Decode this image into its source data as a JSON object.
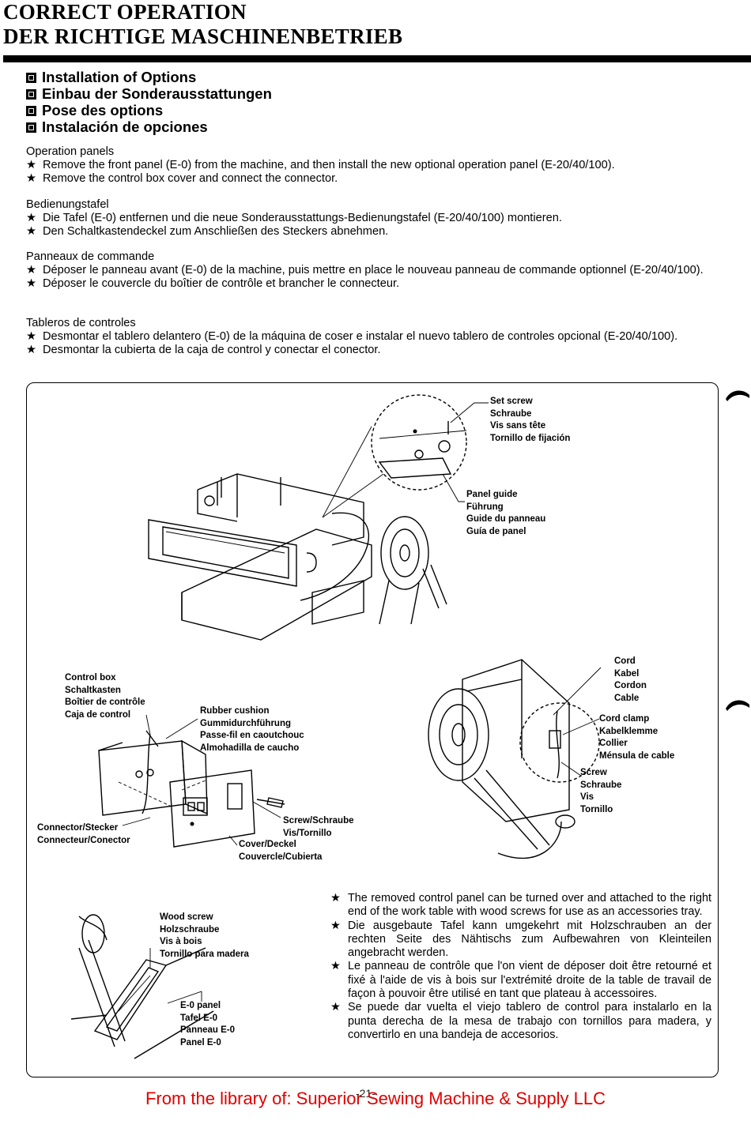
{
  "header": {
    "title_en": "CORRECT OPERATION",
    "title_de": "DER RICHTIGE MASCHINENBETRIEB"
  },
  "subheadings": [
    "Installation of Options",
    "Einbau der Sonderausstattungen",
    "Pose des options",
    "Instalación de opciones"
  ],
  "sections": [
    {
      "heading": "Operation panels",
      "items": [
        "Remove the front panel (E-0) from the machine, and then install the new optional operation panel (E-20/40/100).",
        "Remove the control box cover and connect the connector."
      ]
    },
    {
      "heading": "Bedienungstafel",
      "items": [
        "Die Tafel (E-0) entfernen und die neue Sonderausstattungs-Bedienungstafel (E-20/40/100) montieren.",
        "Den Schaltkastendeckel zum Anschließen des Steckers abnehmen."
      ]
    },
    {
      "heading": "Panneaux de commande",
      "items": [
        "Déposer le panneau avant (E-0) de la machine, puis mettre en place le nouveau panneau de commande optionnel (E-20/40/100).",
        "Déposer le couvercle du boîtier de contrôle et brancher le connecteur."
      ]
    },
    {
      "heading": "Tableros de controles",
      "items": [
        "Desmontar el tablero delantero (E-0) de la máquina de coser e instalar el nuevo tablero de controles opcional (E-20/40/100).",
        "Desmontar la cubierta de la caja de control y conectar el conector."
      ]
    }
  ],
  "star_glyph": "★",
  "labels": {
    "set_screw": "Set screw\nSchraube\nVis sans tête\nTornillo de fijación",
    "panel_guide": "Panel guide\nFührung\nGuide du panneau\nGuía de panel",
    "control_box": "Control box\nSchaltkasten\nBoîtier de contrôle\nCaja de control",
    "rubber_cushion": "Rubber cushion\nGummidurchführung\nPasse-fil en caoutchouc\nAlmohadilla de caucho",
    "connector": "Connector/Stecker\nConnecteur/Conector",
    "screw_small": "Screw/Schraube\nVis/Tornillo",
    "cover": "Cover/Deckel\nCouvercle/Cubierta",
    "cord": "Cord\nKabel\nCordon\nCable",
    "cord_clamp": "Cord clamp\nKabelklemme\nCollier\nMénsula de cable",
    "screw_right": "Screw\nSchraube\nVis\nTornillo",
    "wood_screw": "Wood screw\nHolzschraube\nVis à bois\nTornillo para madera",
    "e0_panel": "E-0 panel\nTafel E-0\nPanneau E-0\nPanel E-0"
  },
  "notes": [
    "The removed control panel can be turned over and attached to the right end of the work table with wood screws for use as an accessories tray.",
    "Die ausgebaute Tafel kann umgekehrt mit Holzschrauben an der rechten Seite des Nähtischs zum Aufbewahren von Kleinteilen angebracht werden.",
    "Le panneau de contrôle que l'on vient de déposer doit être retourné et fixé à l'aide de vis à bois sur l'extrémité droite de la table de travail de façon à pouvoir être utilisé en tant que plateau à accessoires.",
    "Se puede dar vuelta el viejo tablero de control para instalarlo en la punta derecha de la mesa de trabajo con tornillos para madera, y convertirlo en una bandeja de accesorios."
  ],
  "page_number": "-21-",
  "footer": "From the library of: Superior Sewing Machine & Supply LLC"
}
